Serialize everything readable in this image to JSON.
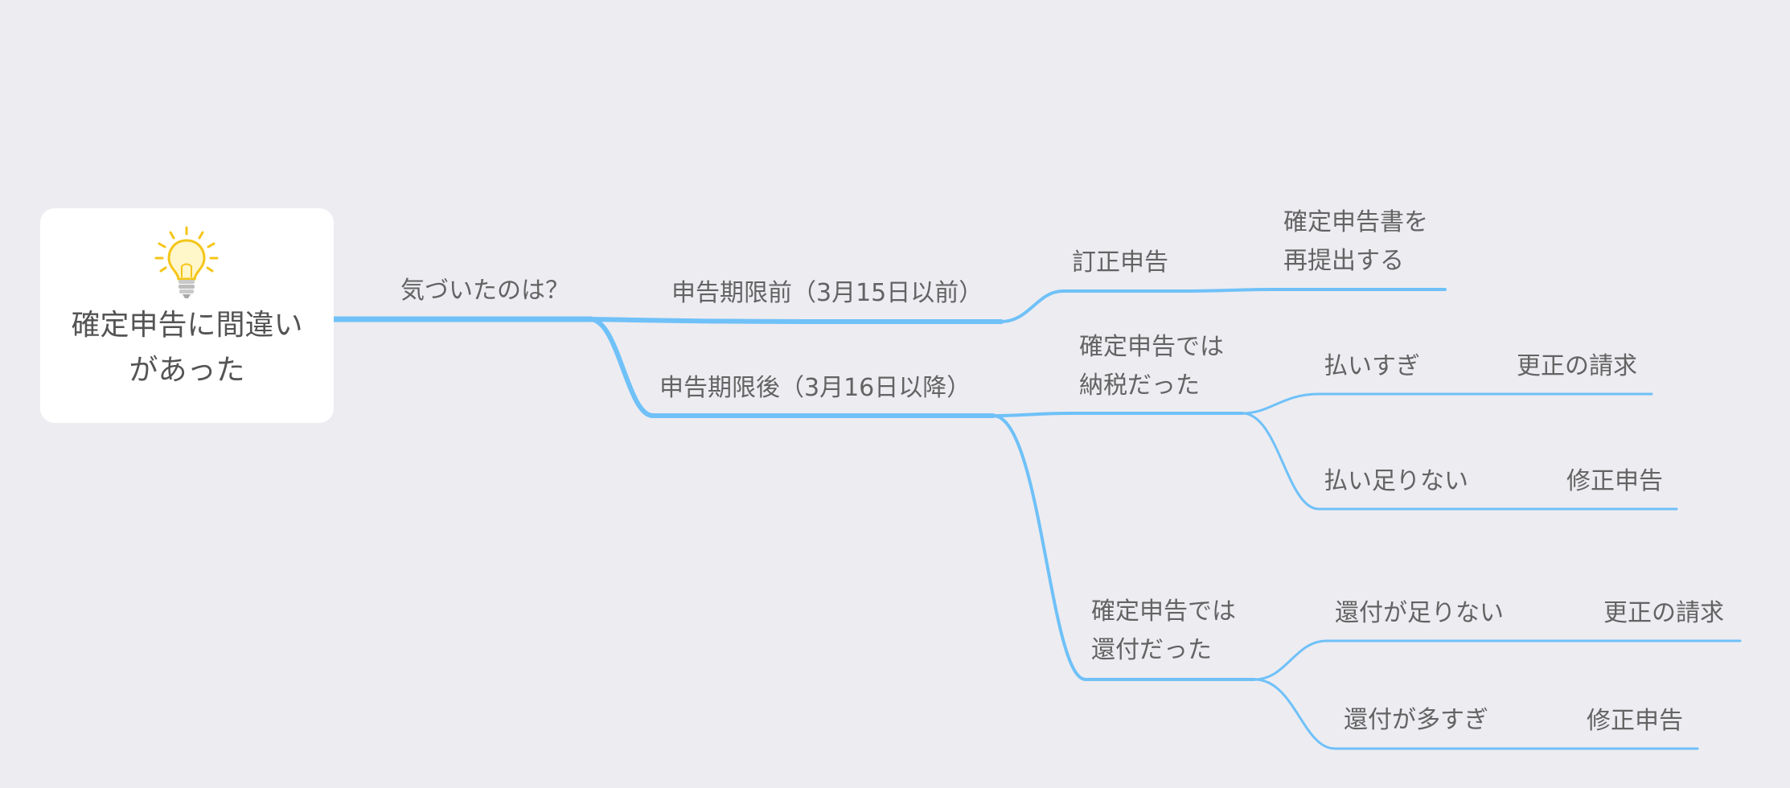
{
  "mindmap": {
    "root": {
      "title_line1": "確定申告に間違い",
      "title_line2": "があった",
      "icon": "lightbulb-icon"
    },
    "nodes": {
      "question": "気づいたのは？",
      "before": "申告期限前（3月15日以前）",
      "after": "申告期限後（3月16日以降）",
      "correction_declaration": "訂正申告",
      "resubmit_line1": "確定申告書を",
      "resubmit_line2": "再提出する",
      "tax_payment_line1": "確定申告では",
      "tax_payment_line2": "納税だった",
      "overpaid": "払いすぎ",
      "correction_request_1": "更正の請求",
      "underpaid": "払い足りない",
      "amended_return_1": "修正申告",
      "refund_line1": "確定申告では",
      "refund_line2": "還付だった",
      "refund_short": "還付が足りない",
      "correction_request_2": "更正の請求",
      "refund_excess": "還付が多すぎ",
      "amended_return_2": "修正申告"
    },
    "colors": {
      "background": "#edecf1",
      "connector": "#6fc1f8",
      "card": "#ffffff",
      "text": "#636363",
      "bulb": "#f5c518"
    }
  }
}
